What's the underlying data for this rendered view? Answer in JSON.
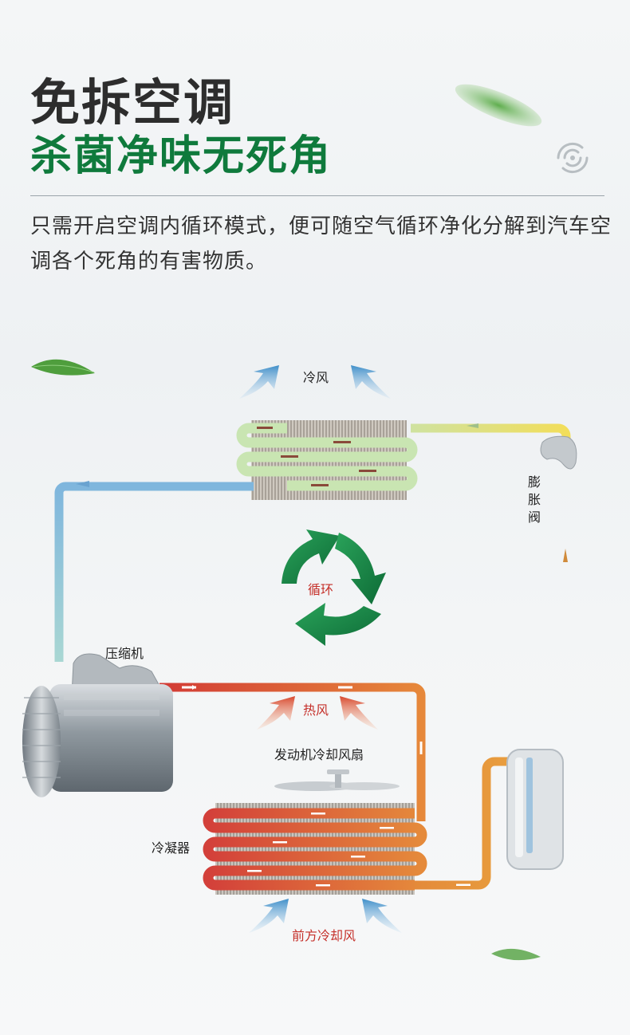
{
  "header": {
    "title_line1": "免拆空调",
    "title_line2": "杀菌净味无死角",
    "description": "只需开启空调内循环模式，便可随空气循环净化分解到汽车空调各个死角的有害物质。"
  },
  "diagram": {
    "cold_air": "冷风",
    "expansion_valve": "膨胀阀",
    "cycle": "循环",
    "compressor": "压缩机",
    "hot_air": "热风",
    "engine_fan": "发动机冷却风扇",
    "condenser": "冷凝器",
    "front_cooling_air": "前方冷却风"
  },
  "colors": {
    "title_green": "#0f7a3c",
    "title_dark": "#2d2d2d",
    "hot_red": "#c5302a",
    "cool_blue": "#8cc0e0",
    "pipe_orange": "#e38b3c",
    "pipe_yellow": "#f0d23c"
  },
  "icons": [
    "leaf-icon",
    "sync-logo-icon",
    "cycle-arrows-icon",
    "airflow-arrow-icon"
  ]
}
